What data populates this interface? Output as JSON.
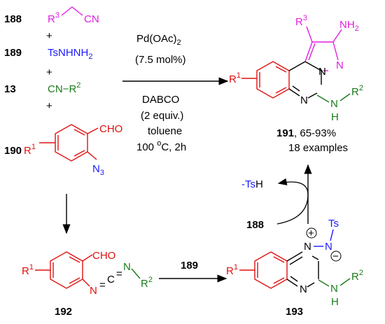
{
  "colors": {
    "magenta": "#e020e0",
    "blue": "#1a1aff",
    "green": "#1a7a1a",
    "red": "#e01010",
    "black": "#000000"
  },
  "reagents": {
    "c188": {
      "num": "188",
      "r": "R",
      "r_sup": "3",
      "cn": "CN"
    },
    "c189": {
      "num": "189",
      "formula": "TsNHNH",
      "sub": "2"
    },
    "c13": {
      "num": "13",
      "cn": "CN",
      "dash": "−",
      "r": "R",
      "r_sup": "2"
    },
    "c190": {
      "num": "190",
      "r": "R",
      "r_sup": "1",
      "cho": "CHO",
      "n3": "N",
      "n3_sub": "3"
    },
    "plus": "+"
  },
  "conditions": {
    "catalyst": "Pd(OAc)",
    "catalyst_sub": "2",
    "loading": "(7.5 mol%)",
    "base": "DABCO",
    "base_amount": "(2 equiv.)",
    "solvent": "toluene",
    "temp": "100 ",
    "temp_unit_sup": "o",
    "temp_unit": "C, 2h"
  },
  "product191": {
    "num": "191",
    "yield": ", 65-93%",
    "examples": "18 examples",
    "r1": "R",
    "r1_sup": "1",
    "r3": "R",
    "r3_sup": "3",
    "nh2": "NH",
    "nh2_sub": "2",
    "n_a": "N",
    "n_b": "N",
    "n_c": "N",
    "n_d": "N",
    "h": "H",
    "r2": "R",
    "r2_sup": "2"
  },
  "intermediate192": {
    "num": "192",
    "r1": "R",
    "r1_sup": "1",
    "cho": "CHO",
    "n1": "N",
    "c": "C",
    "n2": "N",
    "eq1": "=",
    "eq2": "=",
    "r2": "R",
    "r2_sup": "2"
  },
  "arrow189": "189",
  "intermediate193": {
    "num": "193",
    "r1": "R",
    "r1_sup": "1",
    "ts": "Ts",
    "n_plus": "N",
    "n_minus": "N",
    "plus": "+",
    "minus": "−",
    "n_ring": "N",
    "n_amino": "N",
    "h": "H",
    "r2": "R",
    "r2_sup": "2"
  },
  "cycle": {
    "tsh_minus": "-Ts",
    "tsh_h": "H",
    "reagent": "188"
  }
}
